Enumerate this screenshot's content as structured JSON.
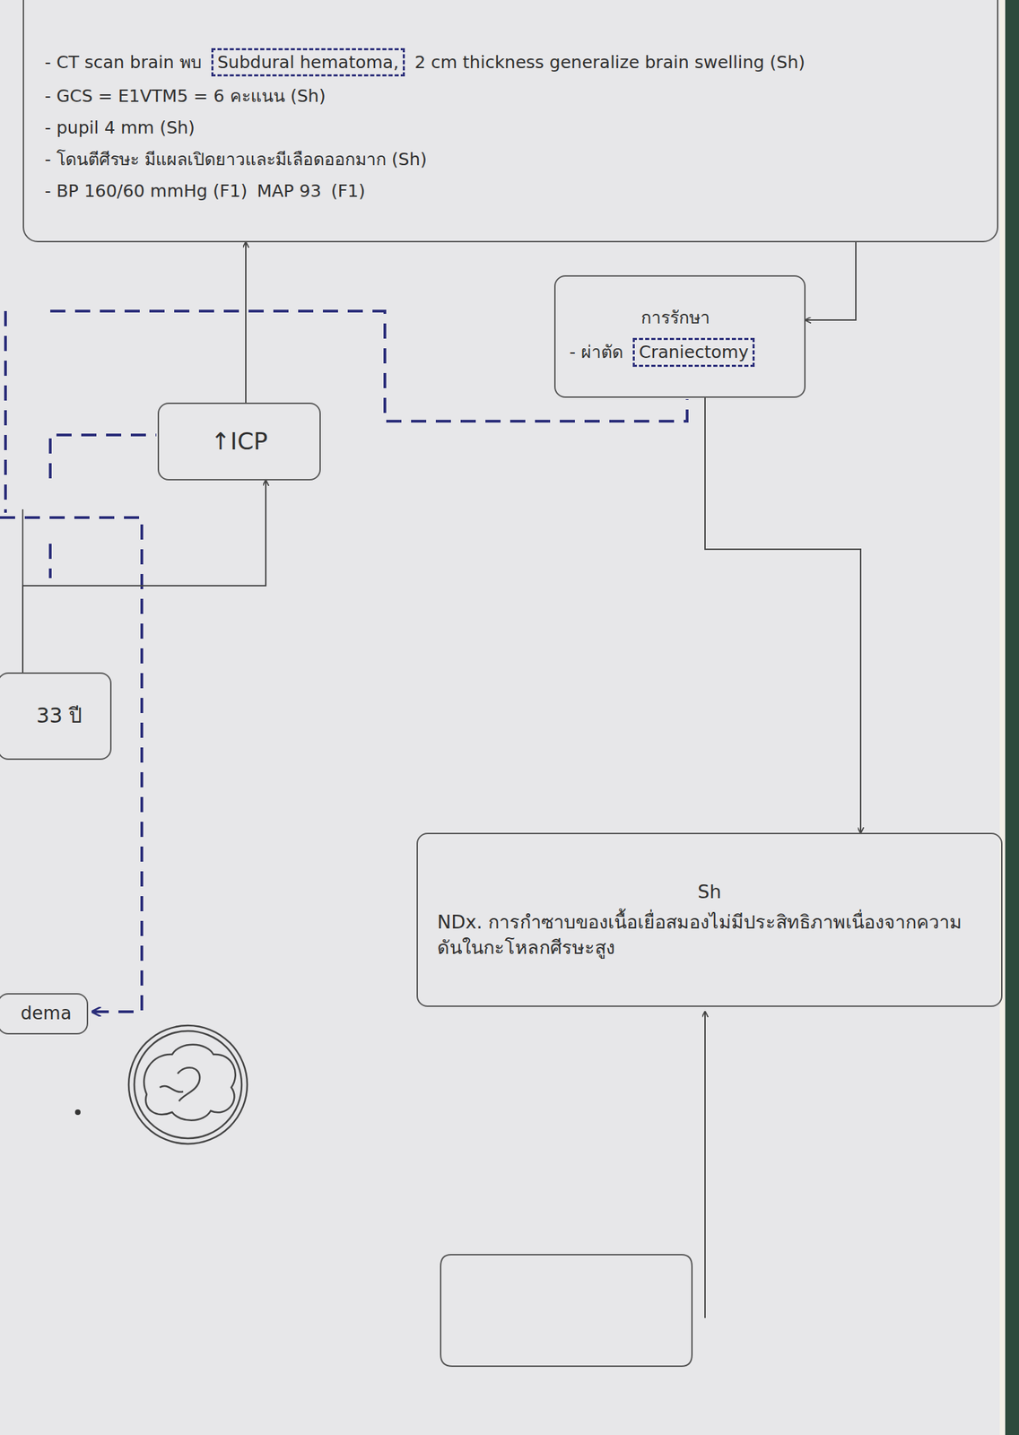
{
  "diagram": {
    "nodes": [
      {
        "text": [
          "- CT scan brain พบ",
          "Subdural hematoma,",
          "2 cm thickness generalize brain swelling (Sh)",
          "- GCS = E1VTM5 = 6 คะแนน (Sh)",
          "- pupil 4 mm (Sh)",
          "- โดนตีศีรษะ มีแผลเปิดยาวและมีเลือดออกมาก (Sh)",
          "- BP 160/60 mmHg (F1)",
          "MAP 93",
          "(F1)"
        ]
      },
      {
        "text": [
          "การรักษา",
          "- ผ่าตัด",
          "Craniectomy"
        ]
      },
      {
        "text": [
          "↑ICP"
        ]
      },
      {
        "text": [
          "33 ปี"
        ]
      },
      {
        "text": [
          "Sh",
          "NDx. การกำซาบของเนื้อเยื่อสมองไม่มีประสิทธิภาพเนื่องจากความดันในกะโหลกศีรษะสูง"
        ]
      },
      {
        "text": [
          "dema"
        ]
      }
    ],
    "edges": [
      {
        "from": 2,
        "to": 0,
        "arrow": "to"
      },
      {
        "from": 3,
        "to": 2,
        "arrow": "to"
      },
      {
        "from": 0,
        "to": 1,
        "arrow": "to"
      },
      {
        "from": 1,
        "to": 4,
        "arrow": "to"
      }
    ]
  }
}
